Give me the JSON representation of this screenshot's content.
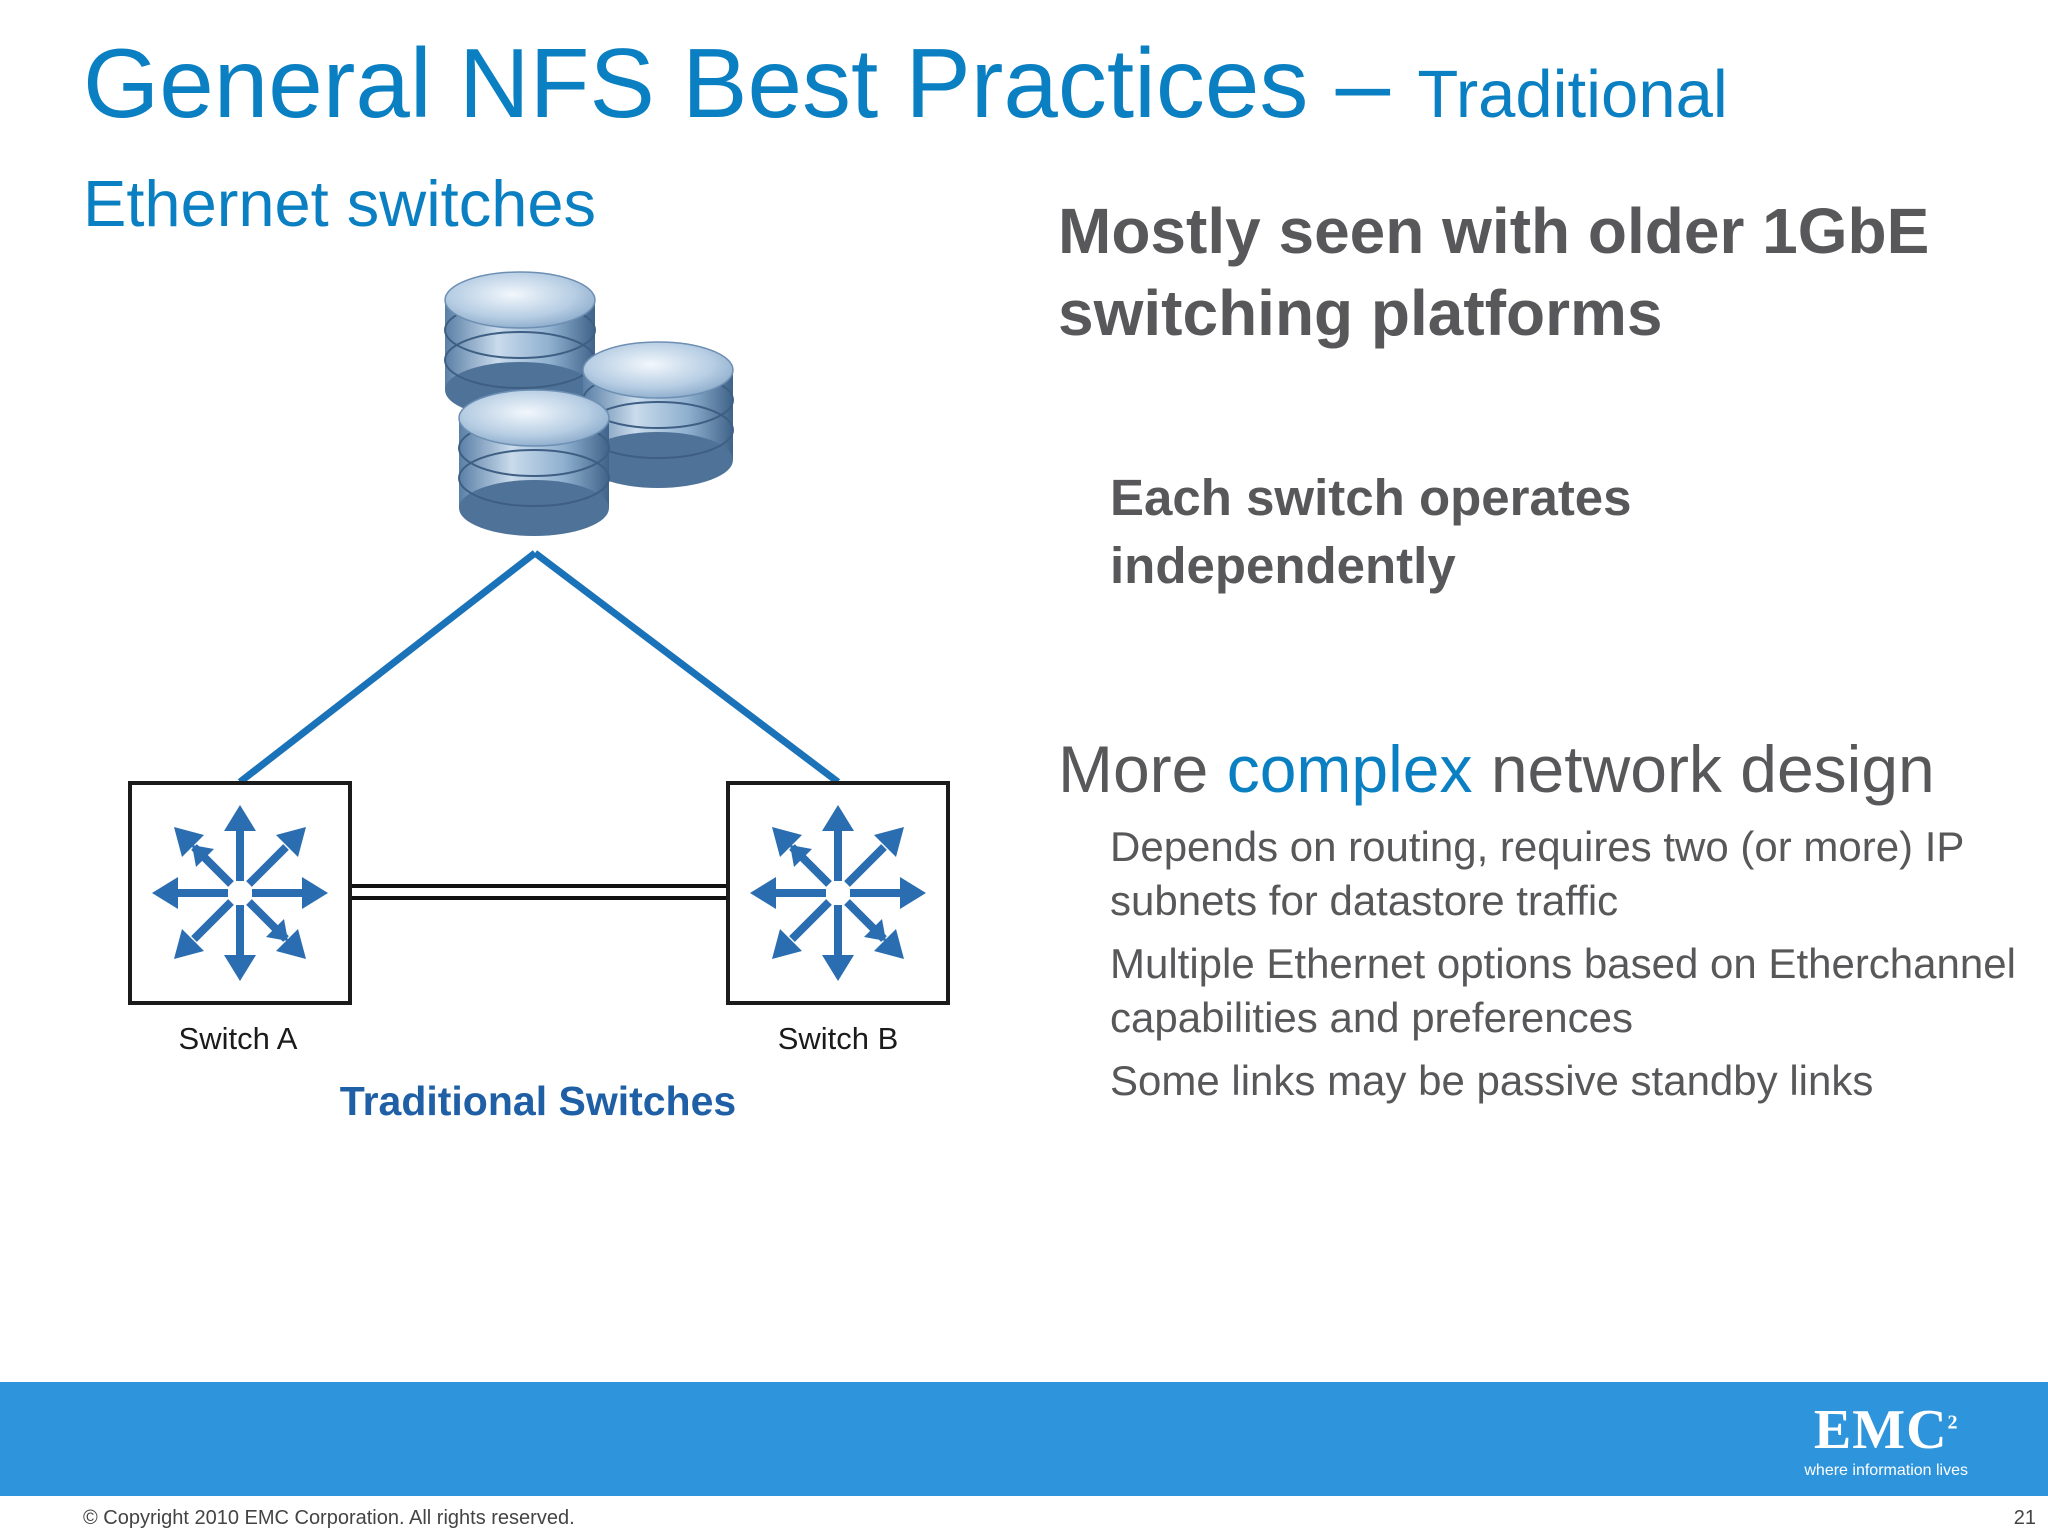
{
  "slide": {
    "title_main": "General NFS Best Practices – ",
    "title_suffix": "Traditional",
    "subtitle": "Ethernet switches"
  },
  "diagram": {
    "switch_a_label": "Switch A",
    "switch_b_label": "Switch B",
    "caption": "Traditional Switches",
    "icons": [
      "database-stack-icon",
      "switch-arrows-icon"
    ],
    "colors": {
      "link": "#1a72b8",
      "caption": "#1f5fa6"
    }
  },
  "content": {
    "heading": "Mostly seen with older 1GbE switching platforms",
    "subheading": "Each switch operates independently",
    "section_prefix": "More ",
    "section_accent": "complex",
    "section_suffix": " network design",
    "bullets": [
      "Depends on routing, requires two (or more) IP subnets for datastore traffic",
      "Multiple Ethernet options based on Etherchannel capabilities and preferences",
      "Some links may be passive standby links"
    ]
  },
  "footer": {
    "logo_text": "EMC",
    "logo_superscript": "2",
    "logo_tagline": "where information lives",
    "copyright": "© Copyright 2010 EMC Corporation. All rights reserved.",
    "page_number": "21"
  },
  "colors": {
    "title": "#0a7fc2",
    "body_text": "#58585a",
    "footer_band": "#2e95dc"
  }
}
